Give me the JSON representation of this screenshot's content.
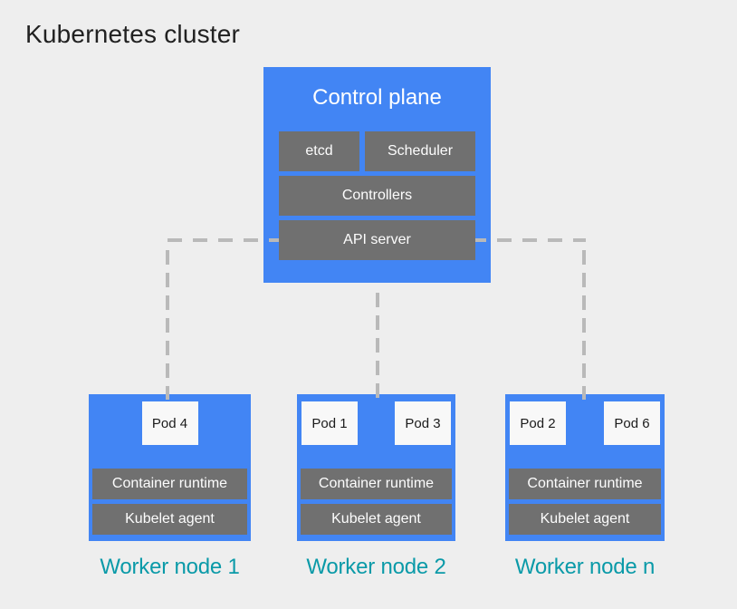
{
  "title": "Kubernetes cluster",
  "control_plane": {
    "label": "Control plane",
    "components": [
      "etcd",
      "Scheduler",
      "Controllers",
      "API server"
    ]
  },
  "worker_nodes": [
    {
      "label": "Worker node 1",
      "pods": [
        "Pod 4"
      ],
      "components": [
        "Container runtime",
        "Kubelet agent"
      ]
    },
    {
      "label": "Worker node 2",
      "pods": [
        "Pod 1",
        "Pod 3"
      ],
      "components": [
        "Container runtime",
        "Kubelet agent"
      ]
    },
    {
      "label": "Worker node n",
      "pods": [
        "Pod 2",
        "Pod 6"
      ],
      "components": [
        "Container runtime",
        "Kubelet agent"
      ]
    }
  ],
  "colors": {
    "background": "#eeeeee",
    "node_blue": "#4285f4",
    "component_gray": "#707070",
    "connector_gray": "#b9b9b9",
    "pod_white": "#f8f8f8",
    "label_teal": "#0a9aa8",
    "title_ink": "#212121"
  }
}
